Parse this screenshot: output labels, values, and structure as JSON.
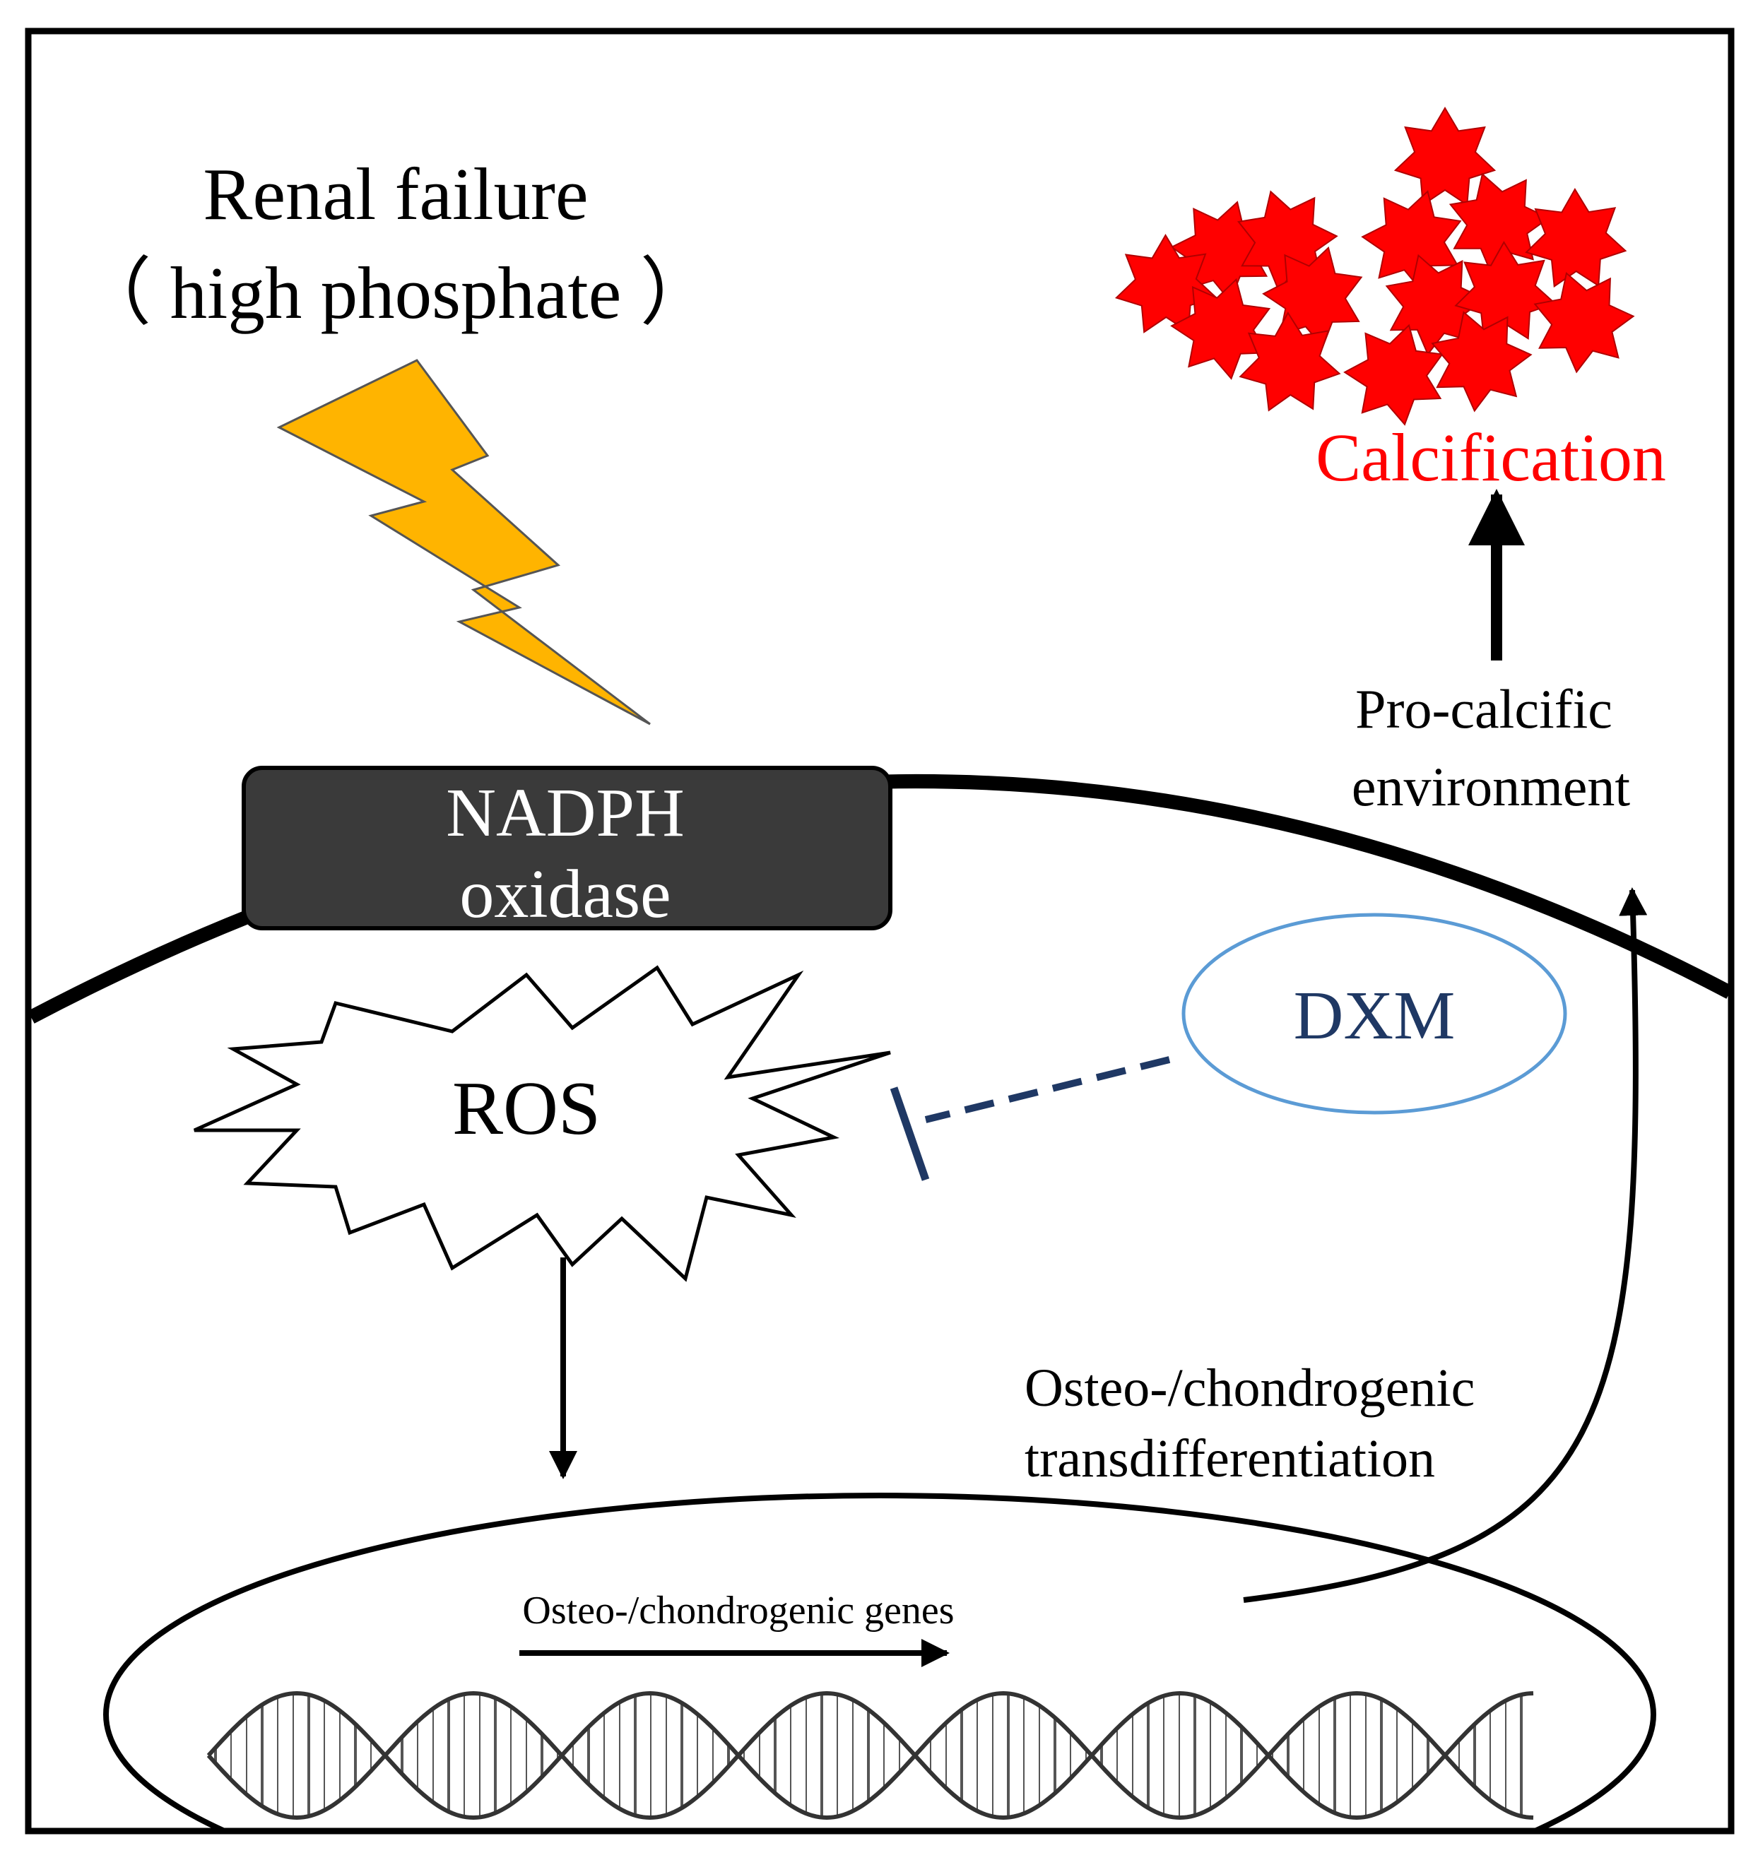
{
  "title": {
    "line1": "Renal failure",
    "line2": "（ high phosphate ）"
  },
  "nadph": {
    "line1": "NADPH",
    "line2": "oxidase"
  },
  "ros_label": "ROS",
  "dxm_label": "DXM",
  "calcification_label": "Calcification",
  "pro_calcific": {
    "line1": "Pro-calcific",
    "line2": "environment"
  },
  "transdiff": {
    "line1": "Osteo-/chondrogenic",
    "line2": "transdifferentiation"
  },
  "genes_label": "Osteo-/chondrogenic genes",
  "colors": {
    "lightning": "#FFB400",
    "calcification": "#FF0000",
    "nadph_fill": "#3A3A3A",
    "dxm_ellipse": "#5B9BD5",
    "dxm_text": "#1F3864",
    "inhibit_line": "#1F3864"
  }
}
